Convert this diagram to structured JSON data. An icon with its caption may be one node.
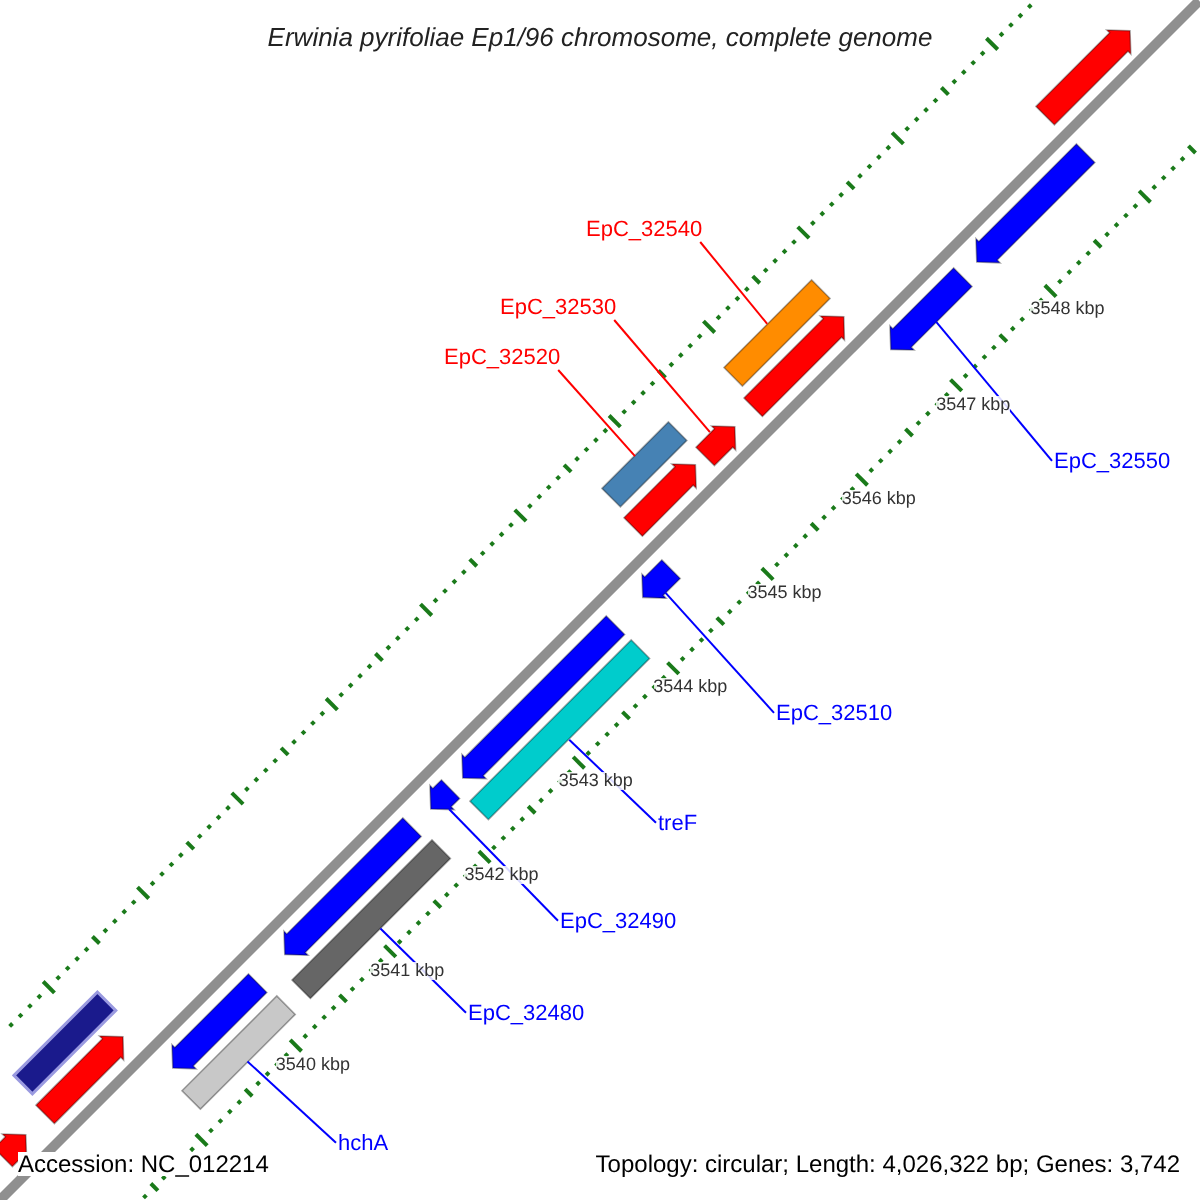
{
  "diagram": {
    "title": "Erwinia pyrifoliae Ep1/96 chromosome, complete genome",
    "nodes": [
      {
        "text": [
          "EpC_32540"
        ]
      },
      {
        "text": [
          "EpC_32530"
        ]
      },
      {
        "text": [
          "EpC_32520"
        ]
      },
      {
        "text": [
          "EpC_32550"
        ]
      },
      {
        "text": [
          "EpC_32510"
        ]
      },
      {
        "text": [
          "treF"
        ]
      },
      {
        "text": [
          "EpC_32490"
        ]
      },
      {
        "text": [
          "EpC_32480"
        ]
      },
      {
        "text": [
          "hchA"
        ]
      },
      {
        "text": [],
        "shape": "arrow"
      },
      {
        "text": [],
        "shape": "arrow"
      },
      {
        "text": [],
        "shape": "arrow"
      },
      {
        "text": [],
        "shape": "box"
      },
      {
        "text": [],
        "shape": "arrow"
      },
      {
        "text": [],
        "shape": "arrow"
      },
      {
        "text": [],
        "shape": "box"
      },
      {
        "text": [],
        "shape": "arrow"
      },
      {
        "text": [],
        "shape": "arrow"
      },
      {
        "text": [],
        "shape": "arrow"
      },
      {
        "text": [],
        "shape": "box"
      },
      {
        "text": [],
        "shape": "arrow"
      },
      {
        "text": [],
        "shape": "arrow"
      },
      {
        "text": [],
        "shape": "box"
      },
      {
        "text": [],
        "shape": "arrow"
      },
      {
        "text": [],
        "shape": "box"
      },
      {
        "text": [],
        "shape": "arrow"
      },
      {
        "text": [],
        "shape": "box"
      },
      {
        "text": [],
        "shape": "arrow"
      }
    ],
    "edges": [
      {
        "from": 0,
        "to": 12,
        "arrow": "none",
        "color": "#ff0000"
      },
      {
        "from": 1,
        "to": 14,
        "arrow": "none",
        "color": "#ff0000"
      },
      {
        "from": 2,
        "to": 15,
        "arrow": "none",
        "color": "#ff0000"
      },
      {
        "from": 3,
        "to": 11,
        "arrow": "none"
      },
      {
        "from": 4,
        "to": 17,
        "arrow": "none"
      },
      {
        "from": 5,
        "to": 19,
        "arrow": "none"
      },
      {
        "from": 6,
        "to": 20,
        "arrow": "none"
      },
      {
        "from": 7,
        "to": 22,
        "arrow": "none"
      },
      {
        "from": 8,
        "to": 24,
        "arrow": "none"
      }
    ],
    "labels": [
      "3548 kbp",
      "3547 kbp",
      "3546 kbp",
      "3545 kbp",
      "3544 kbp",
      "3543 kbp",
      "3542 kbp",
      "3541 kbp",
      "3540 kbp",
      "Accession: NC_012214",
      "Topology: circular; Length: 4,026,322 bp; Genes: 3,742"
    ]
  }
}
